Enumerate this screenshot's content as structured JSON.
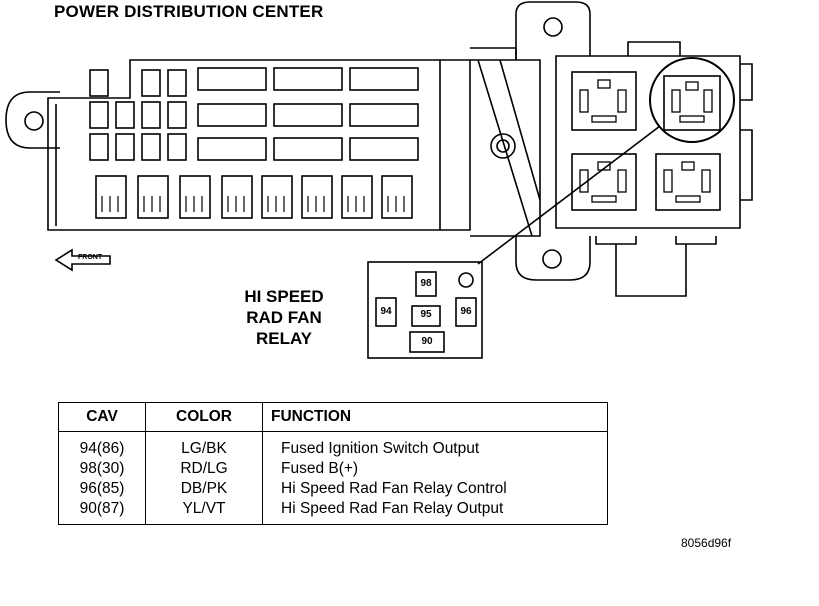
{
  "title": "POWER DISTRIBUTION CENTER",
  "front_label": "FRONT",
  "relay_label": [
    "HI SPEED",
    "RAD FAN",
    "RELAY"
  ],
  "relay_pins": {
    "p98": "98",
    "p94": "94",
    "p95": "95",
    "p96": "96",
    "p90": "90"
  },
  "table": {
    "headers": [
      "CAV",
      "COLOR",
      "FUNCTION"
    ],
    "rows": [
      [
        "94(86)",
        "LG/BK",
        "Fused Ignition Switch Output"
      ],
      [
        "98(30)",
        "RD/LG",
        "Fused B(+)"
      ],
      [
        "96(85)",
        "DB/PK",
        "Hi Speed Rad Fan Relay Control"
      ],
      [
        "90(87)",
        "YL/VT",
        "Hi Speed Rad Fan Relay Output"
      ]
    ]
  },
  "figure_id": "8056d96f"
}
